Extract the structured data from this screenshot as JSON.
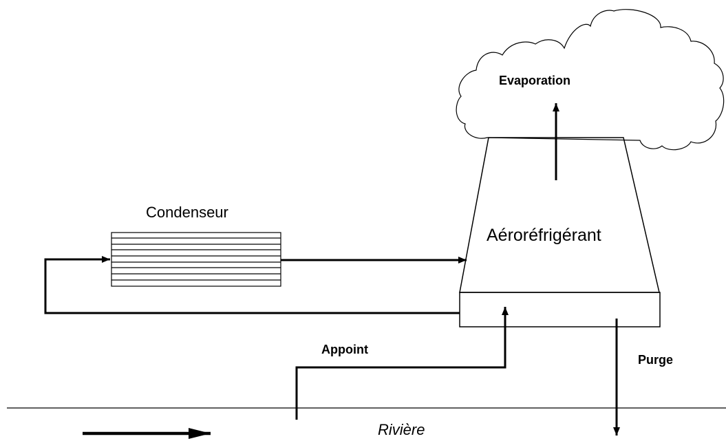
{
  "labels": {
    "condenser": "Condenseur",
    "cooling_tower": "Aéroréfrigérant",
    "evaporation": "Evaporation",
    "makeup": "Appoint",
    "blowdown": "Purge",
    "river": "Rivière"
  },
  "colors": {
    "line": "#000000",
    "background": "#ffffff"
  }
}
